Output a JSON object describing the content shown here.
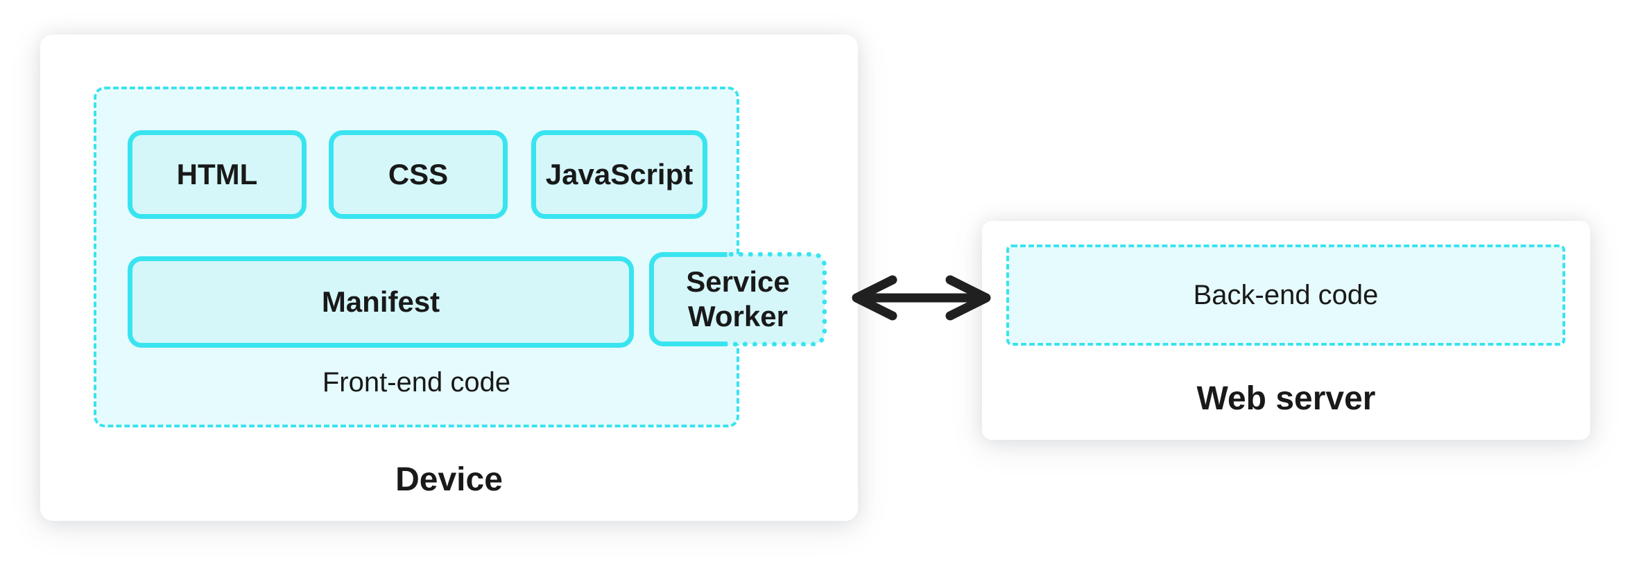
{
  "device": {
    "label": "Device",
    "frontend": {
      "label": "Front-end code",
      "boxes": {
        "html": "HTML",
        "css": "CSS",
        "javascript": "JavaScript",
        "manifest": "Manifest"
      },
      "service_worker": "Service Worker"
    }
  },
  "web_server": {
    "label": "Web server",
    "backend": "Back-end code"
  },
  "colors": {
    "accent": "#38e4ef",
    "container_fill": "#e6fbfd",
    "box_fill": "#d5f7fa",
    "card_bg": "#ffffff",
    "text": "#191919",
    "arrow": "#202020"
  }
}
